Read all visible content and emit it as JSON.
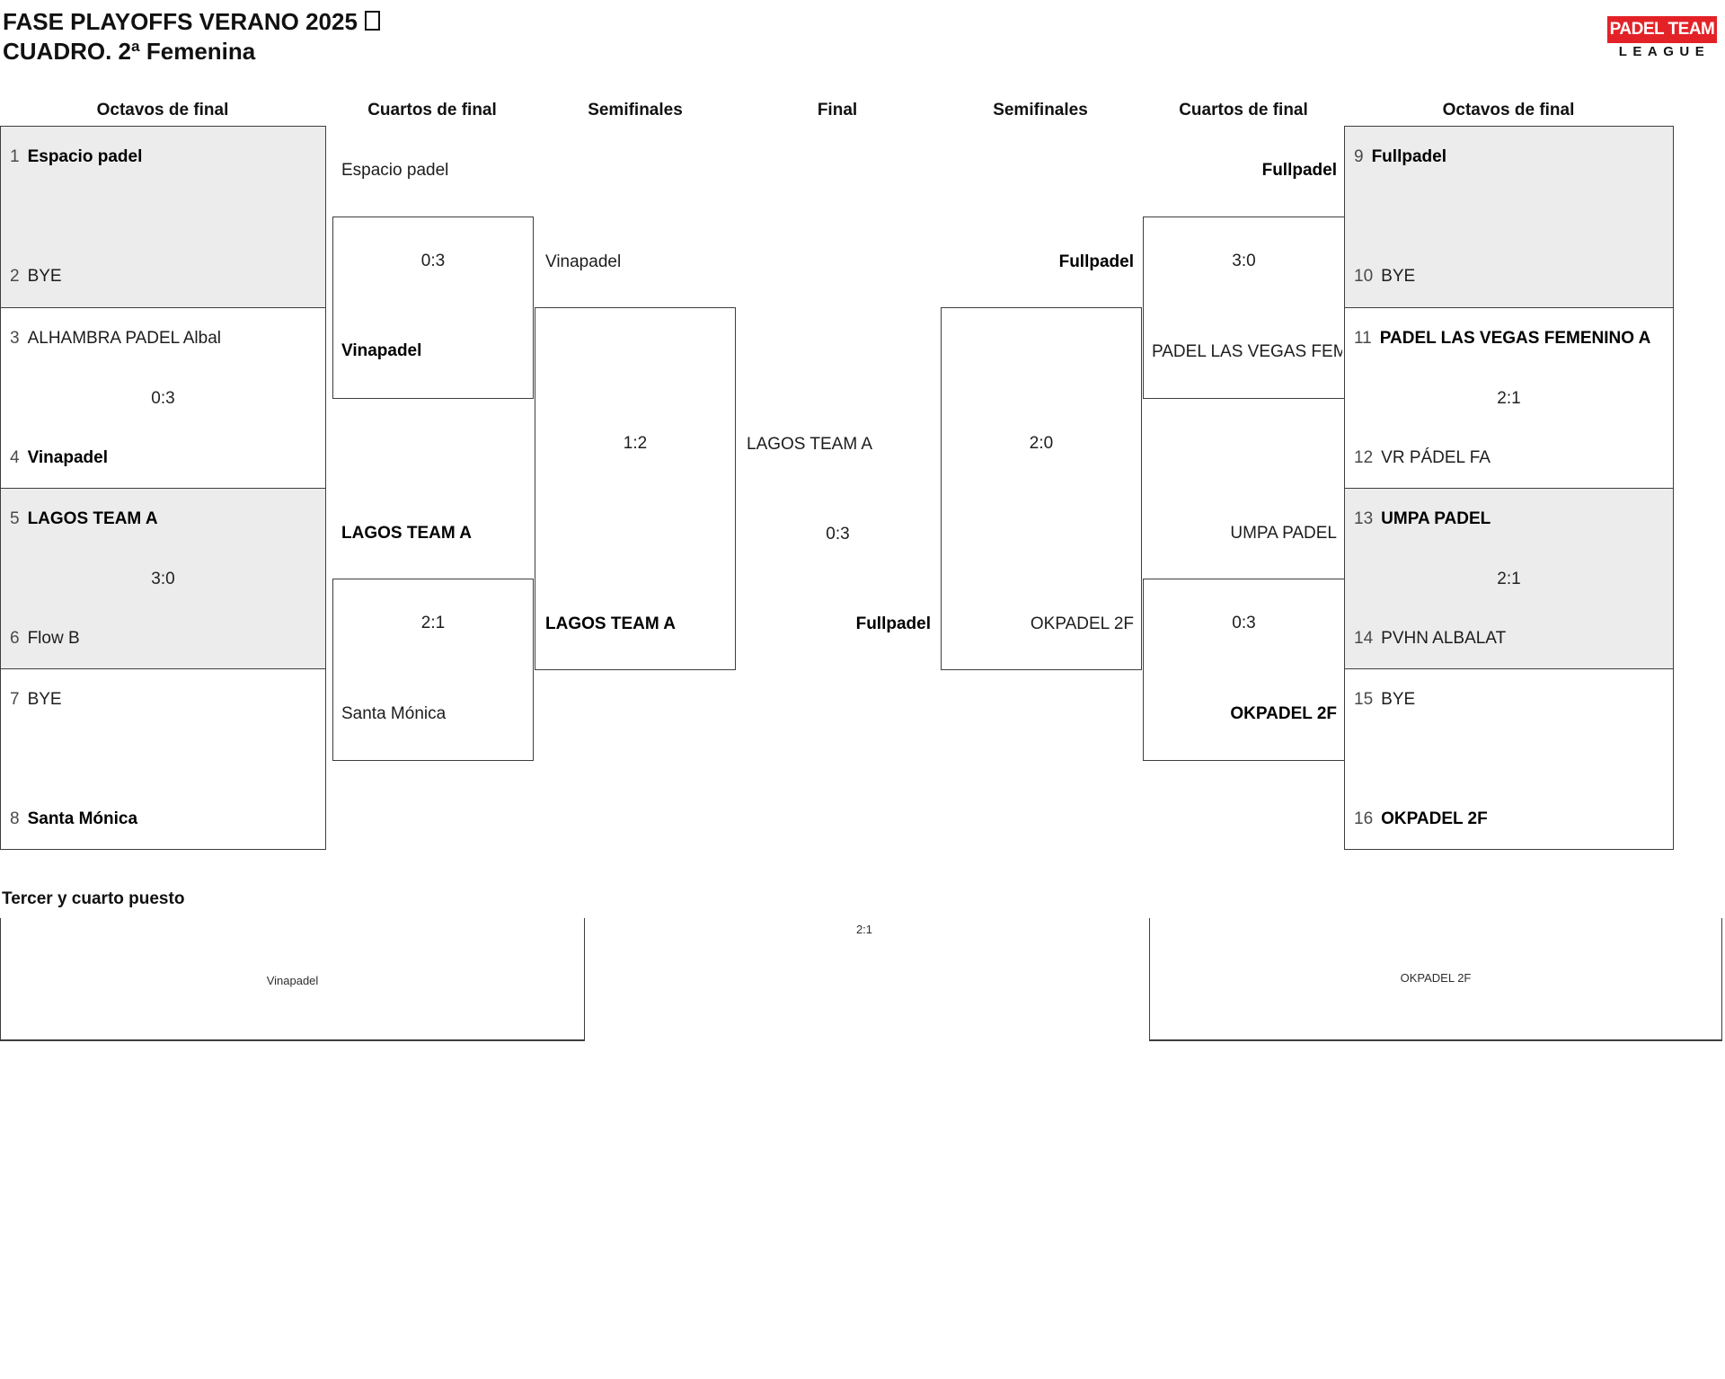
{
  "title": {
    "line1": "FASE PLAYOFFS VERANO 2025",
    "line2": "CUADRO. 2ª Femenina"
  },
  "logo": {
    "top": "PADEL TEAM",
    "bottom": "LEAGUE",
    "red": "#e32227"
  },
  "headers": {
    "octavos_left": "Octavos de final",
    "cuartos_left": "Cuartos de final",
    "semis_left": "Semifinales",
    "final": "Final",
    "semis_right": "Semifinales",
    "cuartos_right": "Cuartos de final",
    "octavos_right": "Octavos de final"
  },
  "colors": {
    "accent_red": "#e32227",
    "box_gray": "#ececec",
    "border": "#3e3e3e"
  },
  "octavos_left": {
    "m1": {
      "s1": "1",
      "n1": "Espacio padel",
      "score": "",
      "s2": "2",
      "n2": "BYE"
    },
    "m2": {
      "s1": "3",
      "n1": "ALHAMBRA PADEL Albal",
      "score": "0:3",
      "s2": "4",
      "n2": "Vinapadel"
    },
    "m3": {
      "s1": "5",
      "n1": "LAGOS TEAM A",
      "score": "3:0",
      "s2": "6",
      "n2": "Flow B"
    },
    "m4": {
      "s1": "7",
      "n1": "BYE",
      "score": "",
      "s2": "8",
      "n2": "Santa Mónica"
    }
  },
  "octavos_right": {
    "m1": {
      "s1": "9",
      "n1": "Fullpadel",
      "score": "",
      "s2": "10",
      "n2": "BYE"
    },
    "m2": {
      "s1": "11",
      "n1": "PADEL LAS VEGAS FEMENINO A",
      "score": "2:1",
      "s2": "12",
      "n2": "VR PÁDEL FA"
    },
    "m3": {
      "s1": "13",
      "n1": "UMPA PADEL",
      "score": "2:1",
      "s2": "14",
      "n2": "PVHN ALBALAT"
    },
    "m4": {
      "s1": "15",
      "n1": "BYE",
      "score": "",
      "s2": "16",
      "n2": "OKPADEL 2F"
    }
  },
  "cuartos_left": {
    "m1": {
      "n1": "Espacio padel",
      "score": "0:3",
      "n2": "Vinapadel"
    },
    "m2": {
      "n1": "LAGOS TEAM A",
      "score": "2:1",
      "n2": "Santa Mónica"
    }
  },
  "cuartos_right": {
    "m1": {
      "n1": "Fullpadel",
      "score": "3:0",
      "n2": "PADEL LAS VEGAS FEM"
    },
    "m2": {
      "n1": "UMPA PADEL",
      "score": "0:3",
      "n2": "OKPADEL 2F"
    }
  },
  "semis_left": {
    "n1": "Vinapadel",
    "score": "1:2",
    "n2": "LAGOS TEAM A"
  },
  "semis_right": {
    "n1": "Fullpadel",
    "score": "2:0",
    "n2": "OKPADEL 2F"
  },
  "final": {
    "n1": "LAGOS TEAM A",
    "score": "0:3",
    "n2": "Fullpadel"
  },
  "third_place": {
    "heading": "Tercer y cuarto puesto",
    "left": "Vinapadel",
    "score": "2:1",
    "right": "OKPADEL 2F"
  }
}
